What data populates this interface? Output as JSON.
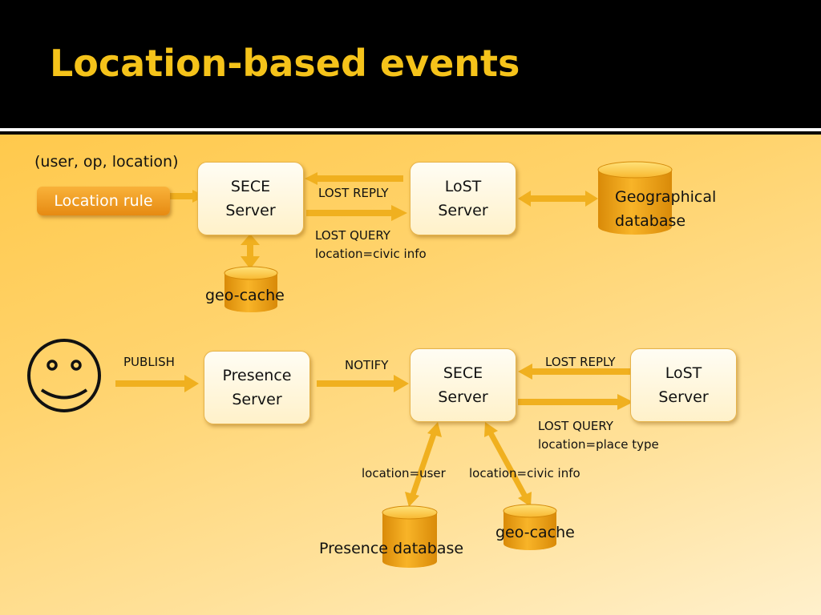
{
  "slide": {
    "title": "Location-based events"
  },
  "top_flow": {
    "tuple_label": "(user, op, location)",
    "rule_button": "Location rule",
    "sece_server": {
      "line1": "SECE",
      "line2": "Server"
    },
    "lost_server": {
      "line1": "LoST",
      "line2": "Server"
    },
    "geo_database": {
      "line1": "Geographical",
      "line2": "database"
    },
    "lost_reply": "LOST REPLY",
    "lost_query": {
      "line1": "LOST QUERY",
      "line2": "location=civic info"
    },
    "geo_cache": "geo-cache"
  },
  "bottom_flow": {
    "publish": "PUBLISH",
    "presence_server": {
      "line1": "Presence",
      "line2": "Server"
    },
    "notify": "NOTIFY",
    "sece_server": {
      "line1": "SECE",
      "line2": "Server"
    },
    "lost_server": {
      "line1": "LoST",
      "line2": "Server"
    },
    "lost_reply": "LOST REPLY",
    "lost_query": {
      "line1": "LOST QUERY",
      "line2": "location=place type"
    },
    "location_user": "location=user",
    "location_civic": "location=civic info",
    "presence_database": "Presence database",
    "geo_cache": "geo-cache"
  },
  "colors": {
    "title": "#f5c31a",
    "arrow": "#f0b01f",
    "cylinder": "#f2a418",
    "node_border": "#e6b34a"
  }
}
